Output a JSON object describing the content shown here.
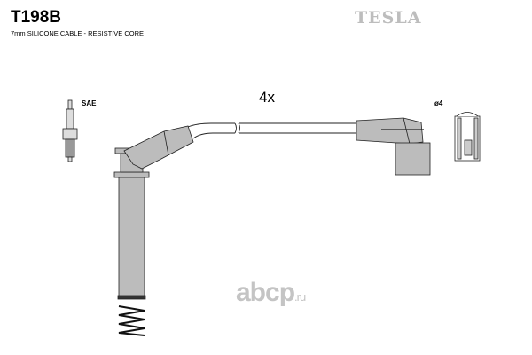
{
  "header": {
    "part_number": "T198B",
    "description": "7mm SILICONE CABLE - RESISTIVE CORE",
    "brand": "TESLA"
  },
  "diagram": {
    "quantity": "4x",
    "plug_label": "SAE",
    "terminal_label": "ø4"
  },
  "watermark": {
    "name": "abcp",
    ".tld": ".ru",
    "tld": ".ru"
  },
  "colors": {
    "part_fill": "#bcbcbc",
    "outline": "#222222",
    "brand": "#bdbdbd"
  }
}
